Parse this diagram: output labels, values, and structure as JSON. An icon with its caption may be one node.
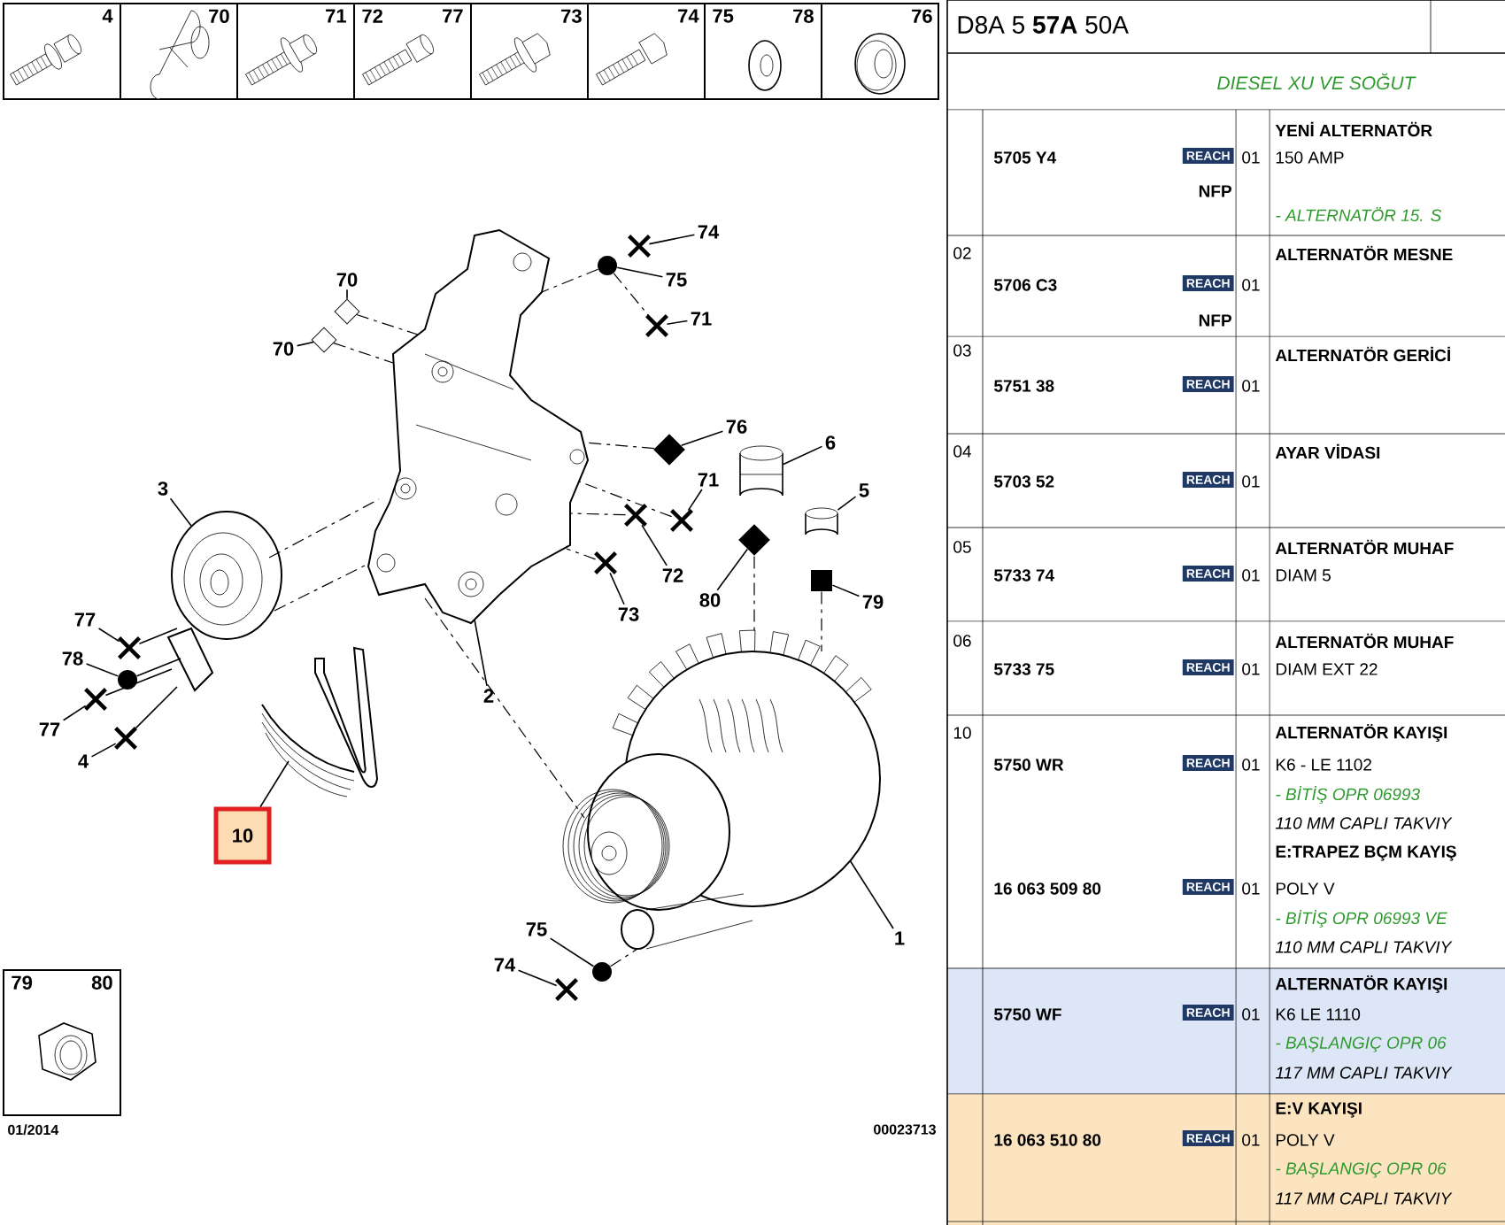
{
  "diagram": {
    "nodes": [
      {
        "text": [
          "74"
        ]
      },
      {
        "text": [
          "75"
        ]
      },
      {
        "text": [
          "70"
        ]
      },
      {
        "text": [
          "71"
        ]
      },
      {
        "text": [
          "70"
        ]
      },
      {
        "text": [
          "76"
        ]
      },
      {
        "text": [
          "6"
        ]
      },
      {
        "text": [
          "71"
        ]
      },
      {
        "text": [
          "3"
        ]
      },
      {
        "text": [
          "5"
        ]
      },
      {
        "text": [
          "72"
        ]
      },
      {
        "text": [
          "80"
        ]
      },
      {
        "text": [
          "79"
        ]
      },
      {
        "text": [
          "73"
        ]
      },
      {
        "text": [
          "77"
        ]
      },
      {
        "text": [
          "78"
        ]
      },
      {
        "text": [
          "2"
        ]
      },
      {
        "text": [
          "77"
        ]
      },
      {
        "text": [
          "4"
        ]
      },
      {
        "text": [
          "10"
        ]
      },
      {
        "text": [
          "1"
        ]
      },
      {
        "text": [
          "75"
        ]
      },
      {
        "text": [
          "74"
        ]
      },
      {
        "text": [],
        "shape": "cross"
      },
      {
        "text": [],
        "shape": "circle"
      },
      {
        "text": [],
        "shape": "diamond"
      },
      {
        "text": [],
        "shape": "cross"
      },
      {
        "text": [],
        "shape": "diamond"
      },
      {
        "text": [],
        "shape": "diamond"
      },
      {
        "text": [],
        "shape": "cylinder"
      },
      {
        "text": [],
        "shape": "cross"
      },
      {
        "text": [],
        "shape": "picture"
      },
      {
        "text": [],
        "shape": "cylinder"
      },
      {
        "text": [],
        "shape": "cross"
      },
      {
        "text": [],
        "shape": "diamond"
      },
      {
        "text": [],
        "shape": "box"
      },
      {
        "text": [],
        "shape": "cross"
      },
      {
        "text": [],
        "shape": "cross"
      },
      {
        "text": [],
        "shape": "circle"
      },
      {
        "text": [],
        "shape": "picture"
      },
      {
        "text": [],
        "shape": "cross"
      },
      {
        "text": [],
        "shape": "cross"
      },
      {
        "text": [],
        "shape": "picture"
      },
      {
        "text": [],
        "shape": "picture"
      },
      {
        "text": [],
        "shape": "circle"
      },
      {
        "text": [],
        "shape": "cross"
      }
    ],
    "edges": [
      {
        "from": 0,
        "to": 23,
        "arrow": "none"
      },
      {
        "from": 1,
        "to": 24,
        "arrow": "none"
      },
      {
        "from": 2,
        "to": 25,
        "arrow": "none"
      },
      {
        "from": 3,
        "to": 26,
        "arrow": "none"
      },
      {
        "from": 4,
        "to": 27,
        "arrow": "none"
      },
      {
        "from": 5,
        "to": 28,
        "arrow": "none"
      },
      {
        "from": 6,
        "to": 29,
        "arrow": "none"
      },
      {
        "from": 7,
        "to": 30,
        "arrow": "none"
      },
      {
        "from": 8,
        "to": 31,
        "arrow": "none"
      },
      {
        "from": 9,
        "to": 32,
        "arrow": "none"
      },
      {
        "from": 10,
        "to": 33,
        "arrow": "none"
      },
      {
        "from": 11,
        "to": 34,
        "arrow": "none"
      },
      {
        "from": 12,
        "to": 35,
        "arrow": "none"
      },
      {
        "from": 13,
        "to": 36,
        "arrow": "none"
      },
      {
        "from": 14,
        "to": 37,
        "arrow": "none"
      },
      {
        "from": 15,
        "to": 38,
        "arrow": "none"
      },
      {
        "from": 16,
        "to": 39,
        "arrow": "none"
      },
      {
        "from": 17,
        "to": 40,
        "arrow": "none"
      },
      {
        "from": 18,
        "to": 41,
        "arrow": "none"
      },
      {
        "from": 19,
        "to": 42,
        "arrow": "none"
      },
      {
        "from": 20,
        "to": 43,
        "arrow": "none"
      },
      {
        "from": 21,
        "to": 44,
        "arrow": "none"
      },
      {
        "from": 22,
        "to": 45,
        "arrow": "none"
      },
      {
        "from": 25,
        "to": 39,
        "arrow": "none",
        "style": "dashed"
      },
      {
        "from": 27,
        "to": 39,
        "arrow": "none",
        "style": "dashed"
      },
      {
        "from": 24,
        "to": 39,
        "arrow": "none",
        "style": "dashed"
      },
      {
        "from": 24,
        "to": 26,
        "arrow": "none",
        "style": "dashed"
      },
      {
        "from": 28,
        "to": 39,
        "arrow": "none",
        "style": "dashed"
      },
      {
        "from": 30,
        "to": 39,
        "arrow": "none",
        "style": "dashed"
      },
      {
        "from": 33,
        "to": 39,
        "arrow": "none",
        "style": "dashed"
      },
      {
        "from": 36,
        "to": 39,
        "arrow": "none",
        "style": "dashed"
      },
      {
        "from": 31,
        "to": 39,
        "arrow": "none",
        "style": "dashed"
      },
      {
        "from": 31,
        "to": 39,
        "arrow": "none",
        "style": "dashed"
      },
      {
        "from": 39,
        "to": 43,
        "arrow": "none",
        "style": "dashed"
      },
      {
        "from": 44,
        "to": 43,
        "arrow": "none",
        "style": "dashed"
      },
      {
        "from": 34,
        "to": 43,
        "arrow": "none",
        "style": "dashed"
      },
      {
        "from": 35,
        "to": 43,
        "arrow": "none",
        "style": "dashed"
      },
      {
        "from": 37,
        "to": 31,
        "arrow": "none"
      },
      {
        "from": 38,
        "to": 31,
        "arrow": "none"
      },
      {
        "from": 40,
        "to": 31,
        "arrow": "none"
      },
      {
        "from": 41,
        "to": 31,
        "arrow": "none"
      }
    ],
    "labels": [
      "4",
      "70",
      "71",
      "72",
      "77",
      "73",
      "74",
      "75",
      "78",
      "76",
      "79",
      "80",
      "01/2014",
      "00023713",
      "D8A 5 **57A** 50A",
      "DIESEL XU VE SOĞUT",
      "5705 Y4",
      "REACH",
      "NFP",
      "01",
      "YENİ ALTERNATÖR",
      "150 AMP",
      "- ALTERNATÖR 15. S",
      "02",
      "5706 C3",
      "REACH",
      "NFP",
      "01",
      "ALTERNATÖR MESNE",
      "03",
      "5751 38",
      "REACH",
      "01",
      "ALTERNATÖR GERİCİ",
      "04",
      "5703 52",
      "REACH",
      "01",
      "AYAR VİDASI",
      "05",
      "5733 74",
      "REACH",
      "01",
      "ALTERNATÖR MUHAF",
      "DIAM 5",
      "06",
      "5733 75",
      "REACH",
      "01",
      "ALTERNATÖR MUHAF",
      "DIAM EXT 22",
      "10",
      "5750 WR",
      "REACH",
      "01",
      "ALTERNATÖR KAYIŞI",
      "K6 - LE 1102",
      "- BİTİŞ OPR 06993",
      "110 MM CAPLI TAKVIY",
      "16 063 509 80",
      "REACH",
      "01",
      "E:TRAPEZ BÇM KAYIŞ",
      "POLY V",
      "- BİTİŞ OPR 06993 VE",
      "110 MM CAPLI TAKVIY",
      "5750 WF",
      "REACH",
      "01",
      "ALTERNATÖR KAYIŞI",
      "K6 LE 1110",
      "- BAŞLANGIÇ OPR 06",
      "117 MM CAPLI TAKVIY",
      "16 063 510 80",
      "REACH",
      "01",
      "E:V KAYIŞI",
      "POLY V",
      "- BAŞLANGIÇ OPR 06",
      "117 MM CAPLI TAKVIY"
    ]
  }
}
